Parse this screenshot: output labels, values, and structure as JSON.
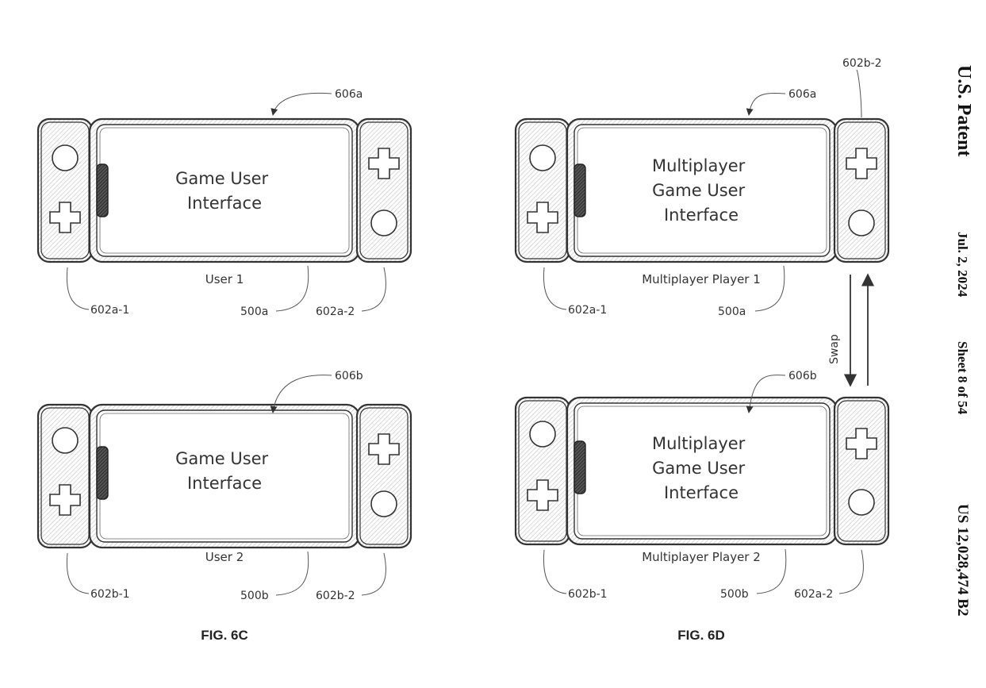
{
  "header": {
    "patent": "U.S. Patent",
    "date": "Jul. 2, 2024",
    "sheet": "Sheet 8 of 54",
    "number": "US 12,028,474 B2"
  },
  "fig_6c": {
    "label": "FIG. 6C",
    "top": {
      "screen_lines": [
        "Game User",
        "Interface"
      ],
      "caption": "User 1",
      "refs": {
        "screen": "606a",
        "left": "602a-1",
        "device": "500a",
        "right": "602a-2"
      }
    },
    "bottom": {
      "screen_lines": [
        "Game User",
        "Interface"
      ],
      "caption": "User 2",
      "refs": {
        "screen": "606b",
        "left": "602b-1",
        "device": "500b",
        "right": "602b-2"
      }
    }
  },
  "fig_6d": {
    "label": "FIG. 6D",
    "swap_label": "Swap",
    "top": {
      "screen_lines": [
        "Multiplayer",
        "Game User",
        "Interface"
      ],
      "caption": "Multiplayer Player 1",
      "refs": {
        "screen": "606a",
        "left": "602a-1",
        "device": "500a",
        "right": "602b-2"
      }
    },
    "bottom": {
      "screen_lines": [
        "Multiplayer",
        "Game User",
        "Interface"
      ],
      "caption": "Multiplayer Player 2",
      "refs": {
        "screen": "606b",
        "left": "602b-1",
        "device": "500b",
        "right": "602a-2"
      }
    }
  },
  "icons": [
    "circle-button-icon",
    "dpad-icon",
    "notch-icon",
    "arrow-icon"
  ]
}
